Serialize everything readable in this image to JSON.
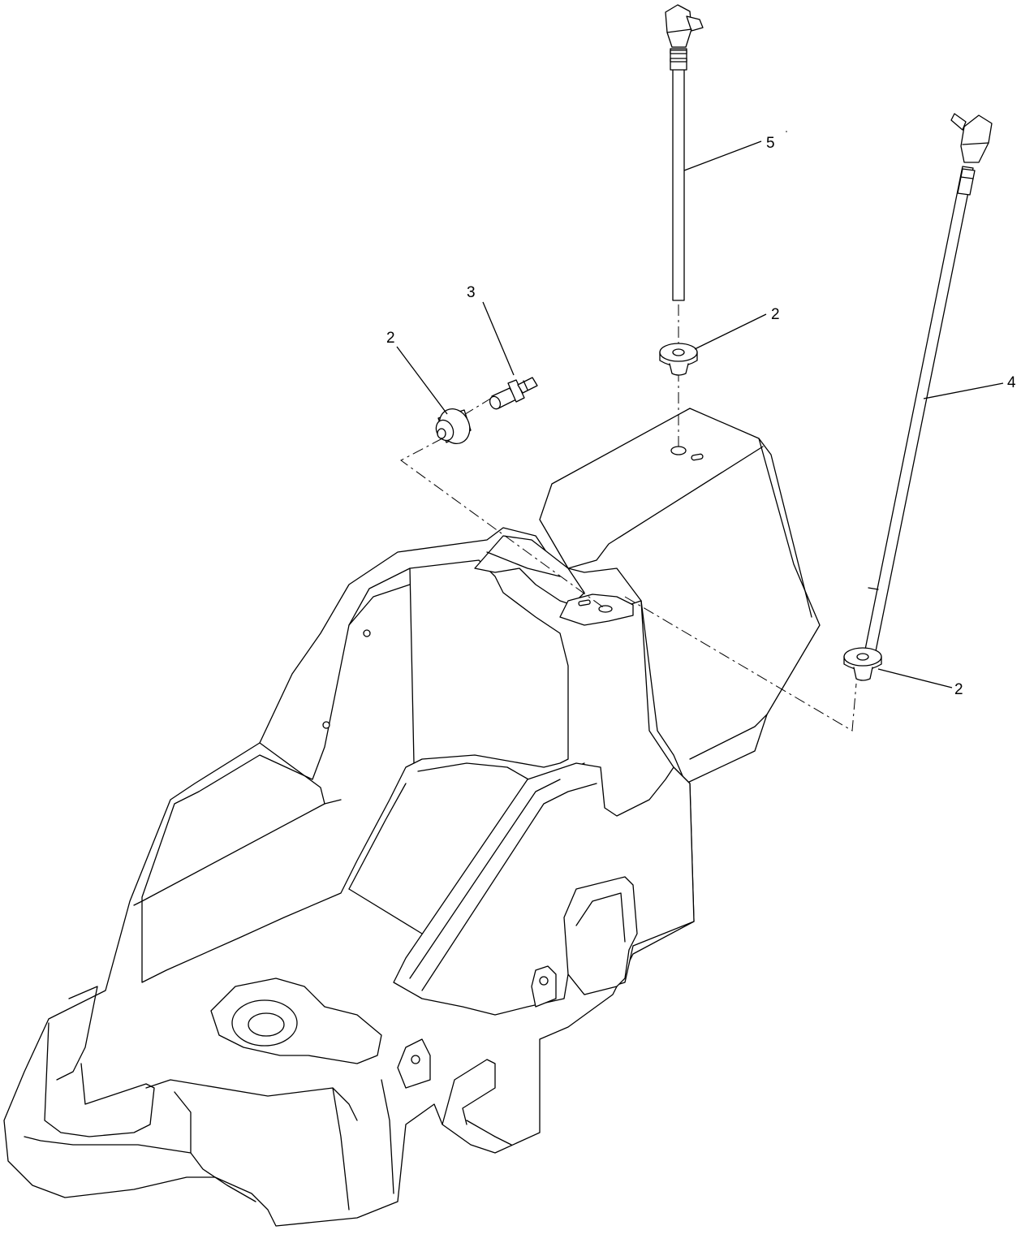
{
  "diagram": {
    "callouts": {
      "c1": "5",
      "c2": "3",
      "c3": "2",
      "c4": "2",
      "c5": "4",
      "c6": "2"
    },
    "colors": {
      "line": "#000000",
      "background": "#ffffff"
    }
  }
}
